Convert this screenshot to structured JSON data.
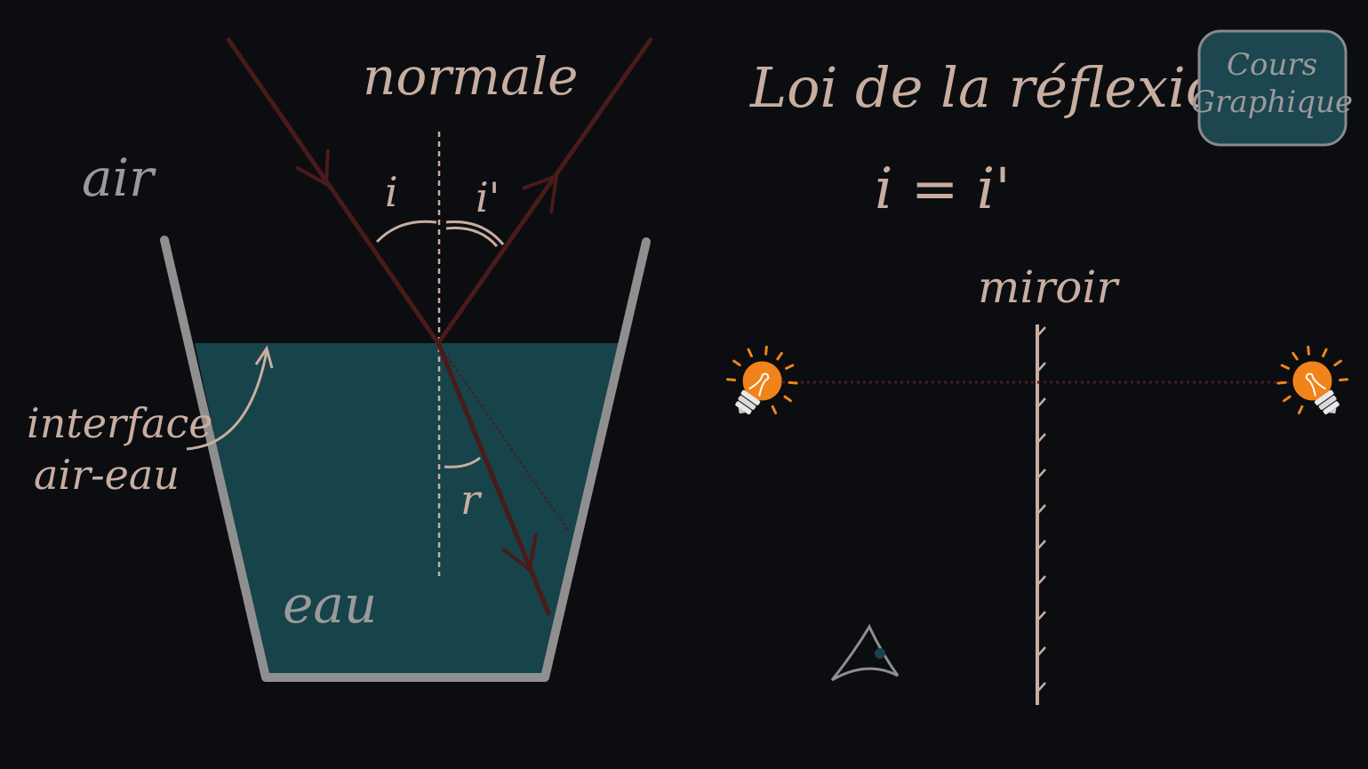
{
  "labels": {
    "normale": "normale",
    "air": "air",
    "eau": "eau",
    "interface_line1": "interface",
    "interface_line2": "air-eau",
    "angle_i": "i",
    "angle_i_prime": "i'",
    "angle_r": "r",
    "miroir": "miroir"
  },
  "title": "Loi de la réflexion",
  "formula": "i = i'",
  "logo": {
    "line1": "Cours",
    "line2": "Graphique"
  },
  "colors": {
    "background": "#0b0d11",
    "water": "#17434a",
    "glass": "#8f8f8f",
    "ray": "#4a1a1a",
    "label_warm": "#c8aea0",
    "label_gray": "#9a9a9a",
    "bulb": "#f0841a",
    "logo_fill": "#1c4650"
  },
  "icons": [
    "light-bulb-icon",
    "eye-icon",
    "arrow-icon"
  ]
}
